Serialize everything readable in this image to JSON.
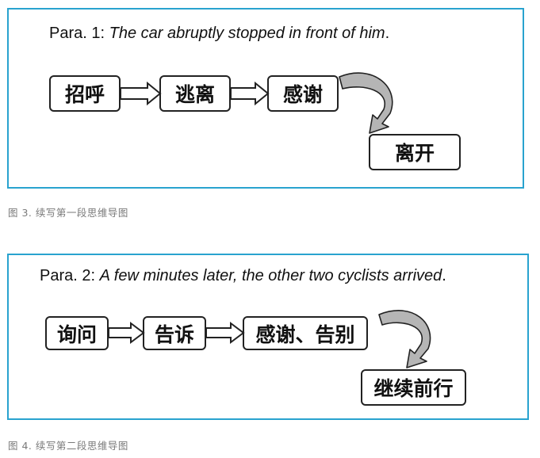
{
  "figure1": {
    "heading_prefix": "Para. 1:",
    "heading_text": "The car abruptly stopped in front of him",
    "heading_suffix": ".",
    "nodes": [
      "招呼",
      "逃离",
      "感谢",
      "离开"
    ],
    "caption": "图 3. 续写第一段思维导图"
  },
  "figure2": {
    "heading_prefix": "Para. 2:",
    "heading_text": "A few minutes later, the other two cyclists arrived",
    "heading_suffix": ".",
    "nodes": [
      "询问",
      "告诉",
      "感谢、告别",
      "继续前行"
    ],
    "caption": "图 4. 续写第二段思维导图"
  },
  "colors": {
    "panel_border": "#29a3cf",
    "node_border": "#222222",
    "curved_arrow_fill": "#b5b5b5"
  }
}
